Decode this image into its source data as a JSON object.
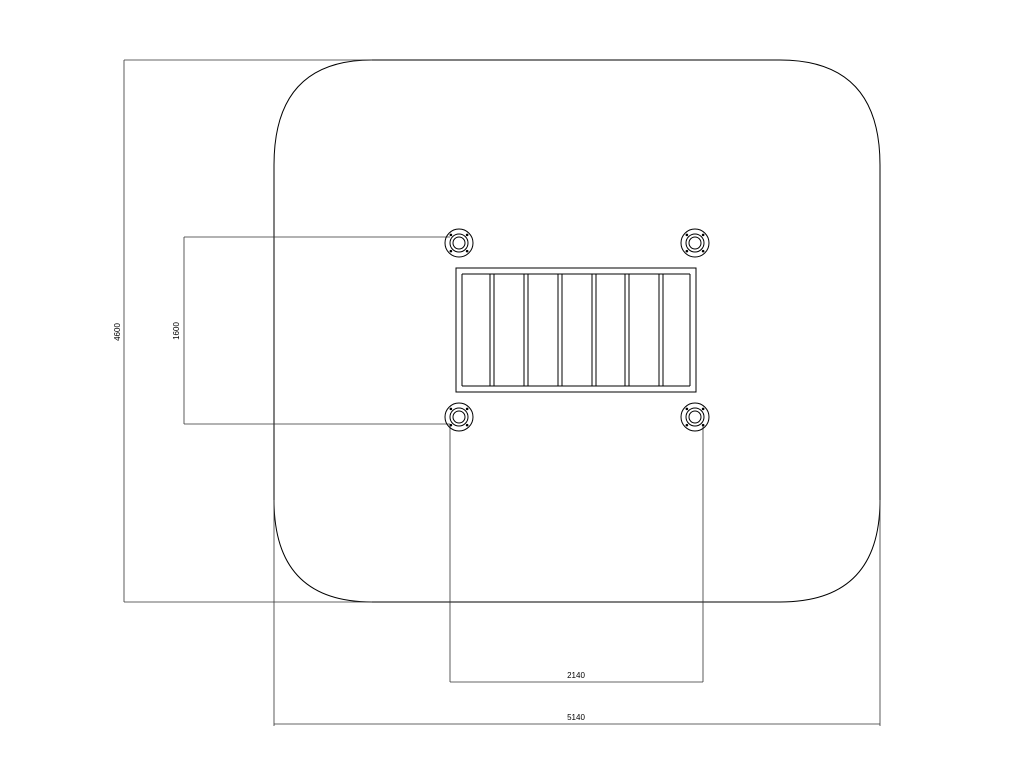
{
  "dimensions": {
    "overall_height": "4600",
    "post_spacing_vertical": "1600",
    "post_spacing_horizontal": "2140",
    "overall_width": "5140"
  }
}
